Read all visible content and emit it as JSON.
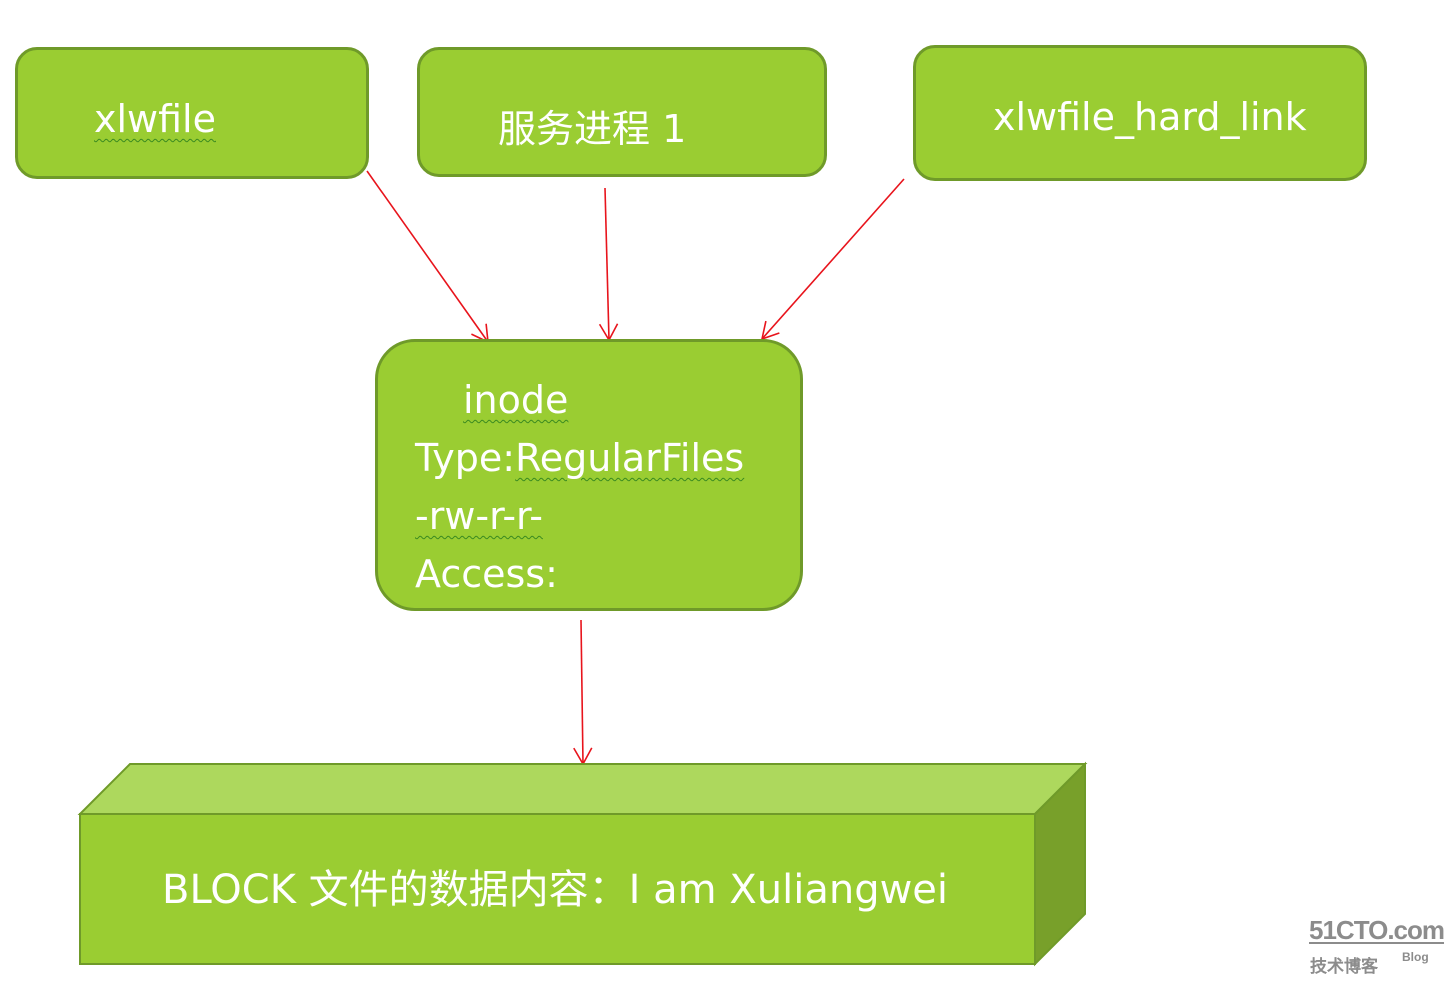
{
  "nodes": {
    "xlwfile": "xlwfile",
    "process": "服务进程 1",
    "hard_link": "xlwfile_hard_link"
  },
  "inode": {
    "title": "inode",
    "type_prefix": "Type:",
    "type_value": "RegularFiles",
    "permissions": "-rw-r-r-",
    "access": "Access:"
  },
  "block": {
    "label": "BLOCK 文件的数据内容：I am Xuliangwei"
  },
  "watermark": {
    "brand": "51CTO.com",
    "tagline": "技术博客",
    "blog": "Blog"
  },
  "colors": {
    "box_fill": "#9acd32",
    "box_border": "#6f9a29",
    "block_top": "#add85d",
    "block_side": "#78a02a",
    "arrow": "#e8141c"
  }
}
